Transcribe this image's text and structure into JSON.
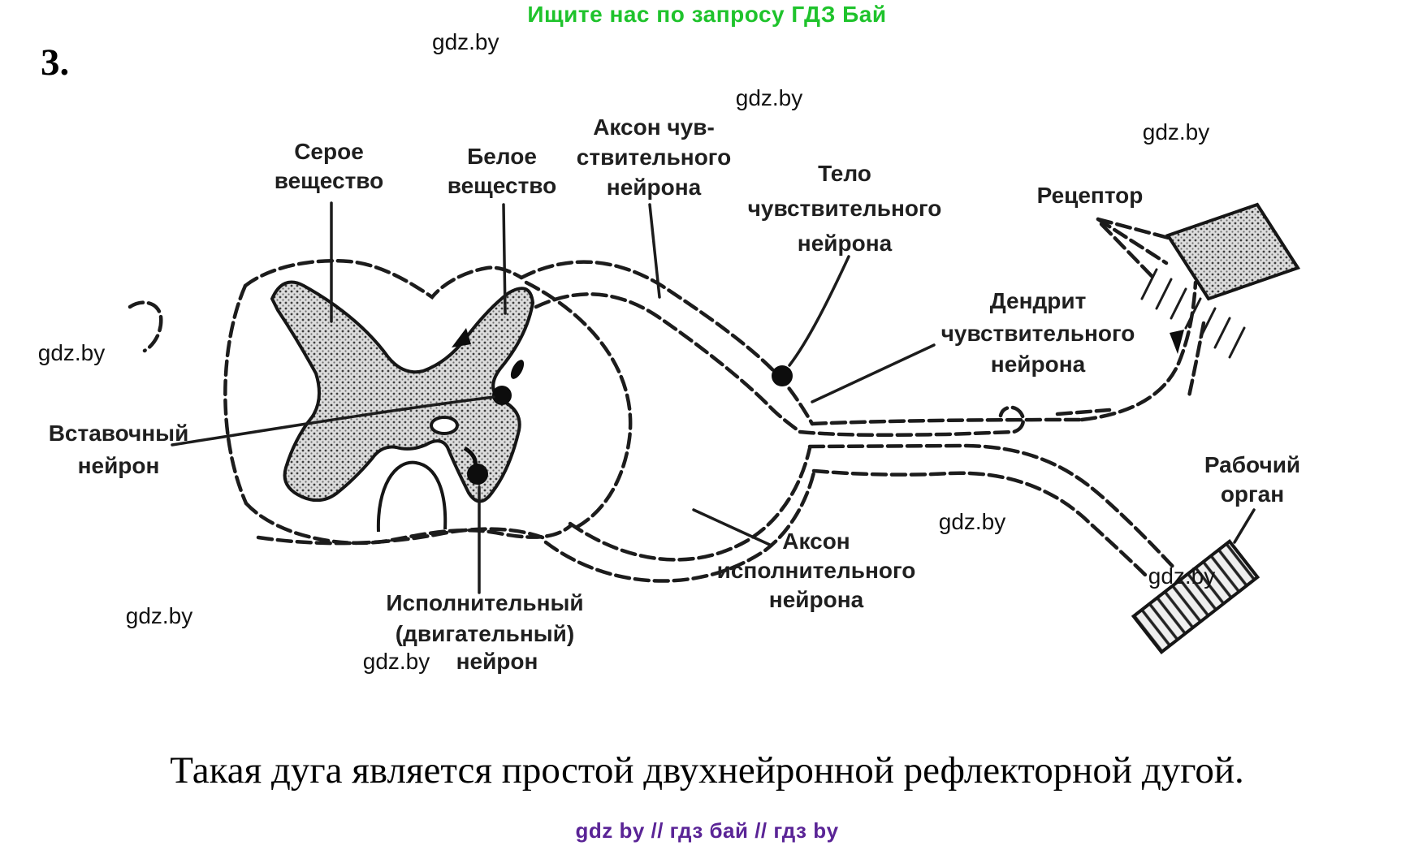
{
  "header": {
    "promo": "Ищите нас по запросу ГДЗ Бай",
    "promo_color": "#1fc32c",
    "watermark": "gdz.by",
    "item_number": "3."
  },
  "diagram": {
    "watermark": "gdz.by",
    "labels": {
      "gray_matter": {
        "l1": "Серое",
        "l2": "вещество"
      },
      "white_matter": {
        "l1": "Белое",
        "l2": "вещество"
      },
      "sensory_axon": {
        "l1": "Аксон чув-",
        "l2": "ствительного",
        "l3": "нейрона"
      },
      "sensory_body": {
        "l1": "Тело",
        "l2": "чувствительного",
        "l3": "нейрона"
      },
      "receptor": "Рецептор",
      "sensory_dendrite": {
        "l1": "Дендрит",
        "l2": "чувствительного",
        "l3": "нейрона"
      },
      "interneuron": {
        "l1": "Вставочный",
        "l2": "нейрон"
      },
      "working_organ": {
        "l1": "Рабочий",
        "l2": "орган"
      },
      "executive_axon": {
        "l1": "Аксон",
        "l2": "исполнительного",
        "l3": "нейрона"
      },
      "executive_neuron": {
        "l1": "Исполнительный",
        "l2": "(двигательный)",
        "l3": "нейрон"
      }
    }
  },
  "caption": "Такая дуга является простой двухнейронной рефлекторной дугой.",
  "footer": {
    "text": "gdz by  //  гдз бай  //  гдз by",
    "color": "#5a2496"
  }
}
